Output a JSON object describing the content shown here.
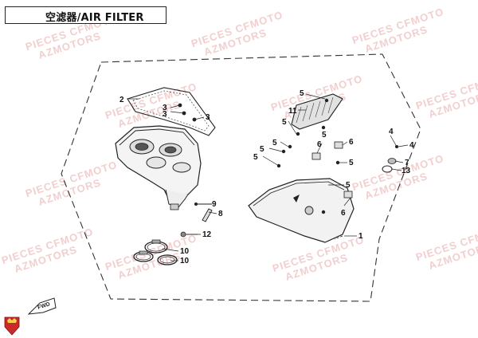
{
  "title": "空滤器/AIR FILTER",
  "watermark": {
    "line1": "PIECES CFMOTO",
    "line2": "AZMOTORS"
  },
  "callouts": {
    "left_group": [
      "2",
      "3",
      "3",
      "3",
      "9",
      "8",
      "12",
      "10",
      "10"
    ],
    "right_group": [
      "5",
      "11",
      "5",
      "5",
      "5",
      "5",
      "5",
      "6",
      "6",
      "5",
      "5",
      "6",
      "4",
      "4",
      "7",
      "13",
      "1"
    ]
  },
  "fwd_icon_label": "FWD",
  "brand_badge_icon": "crown-shield-icon",
  "colors": {
    "line": "#222222",
    "watermark": "#e8a7a7",
    "badge": "#cc2a2a"
  }
}
